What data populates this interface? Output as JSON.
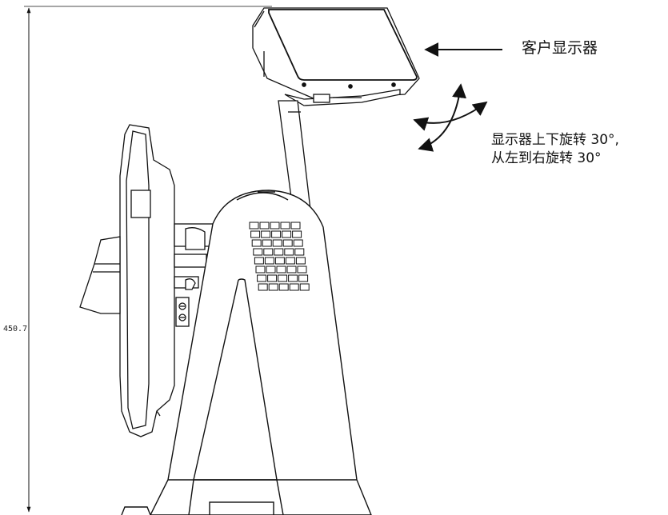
{
  "labels": {
    "customer_display": "客户显示器",
    "rotation_line1": "显示器上下旋转 30°,",
    "rotation_line2": "从左到右旋转 30°"
  },
  "dimensions": {
    "height": "450.7"
  }
}
